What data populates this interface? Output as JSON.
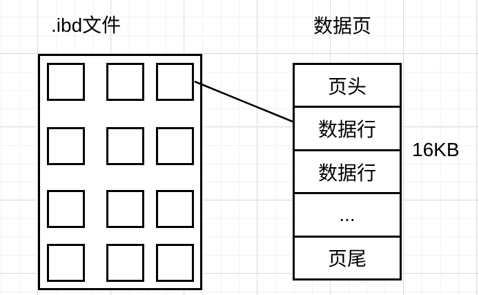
{
  "ibd": {
    "title": ".ibd文件",
    "grid": {
      "rows": 4,
      "cols": 3
    }
  },
  "data_page": {
    "title": "数据页",
    "rows": [
      "页头",
      "数据行",
      "数据行",
      "...",
      "页尾"
    ],
    "size_label": "16KB"
  },
  "colors": {
    "stroke": "#000000",
    "text": "#000000",
    "background": "#ffffff",
    "grid_minor": "#f1f1f1",
    "grid_major": "#dcdcdc"
  }
}
